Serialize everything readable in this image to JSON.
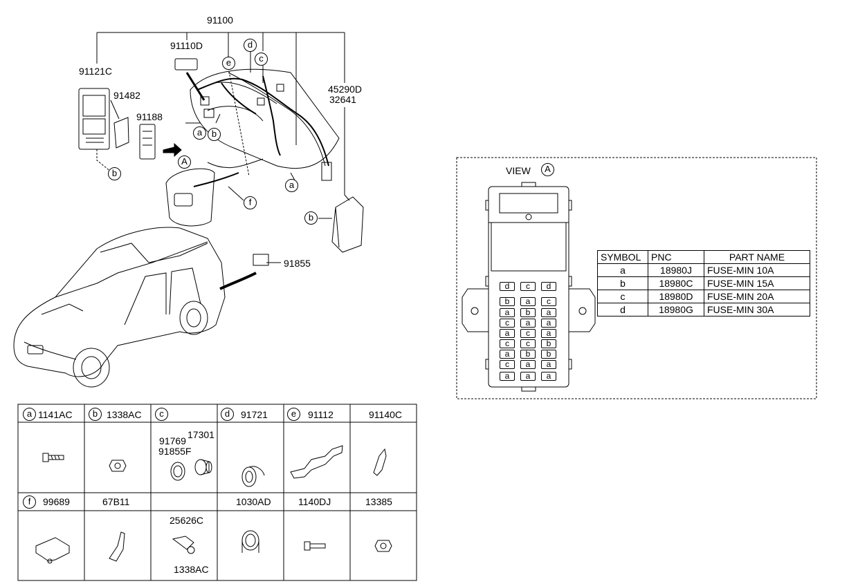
{
  "diagram": {
    "labels": {
      "main_harness": "91100",
      "dash_connector": "91110D",
      "junction_box": "91121C",
      "bracket": "91482",
      "relay_box": "91188",
      "module_a": "45290D",
      "module_b": "32641",
      "rear_harness": "91855"
    },
    "callouts": [
      "a",
      "b",
      "c",
      "d",
      "e",
      "f",
      "A"
    ]
  },
  "view": {
    "title": "VIEW",
    "marker": "A",
    "fuse_grid": [
      [
        "d",
        "c",
        "d"
      ],
      [
        "b",
        "a",
        "c"
      ],
      [
        "a",
        "b",
        "a"
      ],
      [
        "c",
        "a",
        "a"
      ],
      [
        "a",
        "c",
        "a"
      ],
      [
        "c",
        "c",
        "b"
      ],
      [
        "a",
        "b",
        "b"
      ],
      [
        "c",
        "a",
        "a"
      ],
      [
        "a",
        "a",
        "a"
      ]
    ]
  },
  "fuse_table": {
    "headers": [
      "SYMBOL",
      "PNC",
      "PART NAME"
    ],
    "rows": [
      [
        "a",
        "18980J",
        "FUSE-MIN 10A"
      ],
      [
        "b",
        "18980C",
        "FUSE-MIN 15A"
      ],
      [
        "c",
        "18980D",
        "FUSE-MIN 20A"
      ],
      [
        "d",
        "18980G",
        "FUSE-MIN 30A"
      ]
    ]
  },
  "parts_table": {
    "row1": [
      {
        "circle": "a",
        "code": "1141AC"
      },
      {
        "circle": "b",
        "code": "1338AC"
      },
      {
        "circle": "c",
        "code": ""
      },
      {
        "circle": "d",
        "code": "91721"
      },
      {
        "circle": "e",
        "code": "91112"
      },
      {
        "circle": "",
        "code": "91140C"
      }
    ],
    "row2": [
      {
        "circle": "f",
        "code": "99689"
      },
      {
        "circle": "",
        "code": "67B11"
      },
      {
        "circle": "",
        "code": ""
      },
      {
        "circle": "",
        "code": "1030AD"
      },
      {
        "circle": "",
        "code": "1140DJ"
      },
      {
        "circle": "",
        "code": "13385"
      }
    ],
    "c_sub_labels": [
      "91769",
      "17301",
      "91855F"
    ],
    "row2_col3_sub_labels": [
      "25626C",
      "1338AC"
    ]
  }
}
